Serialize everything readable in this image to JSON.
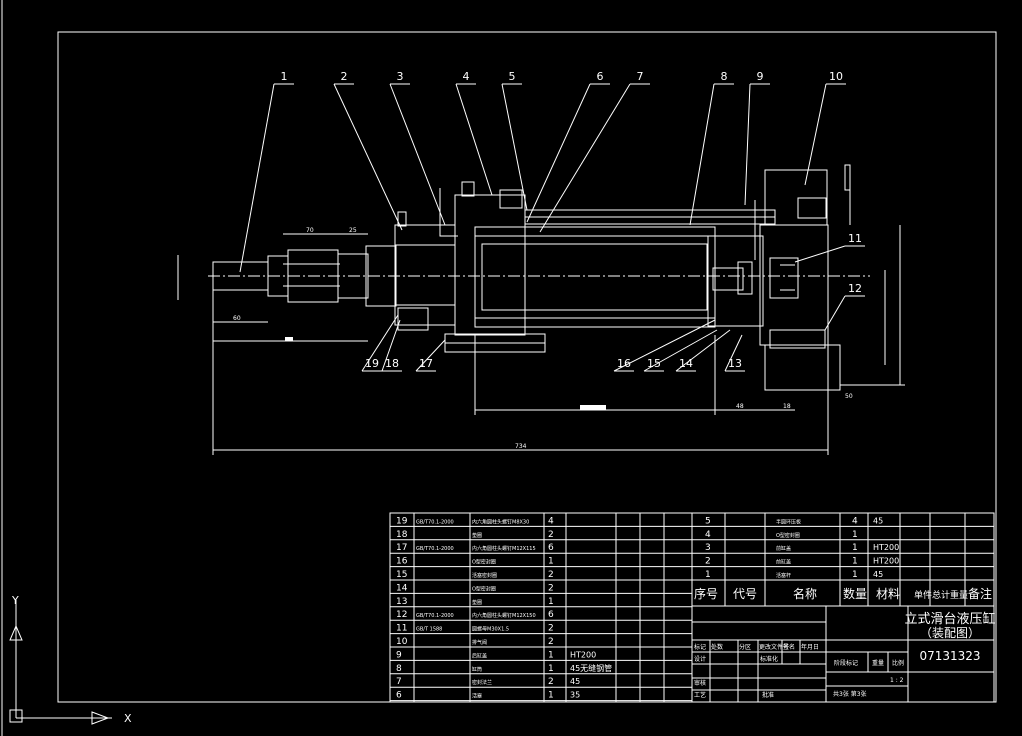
{
  "balloons": [
    "1",
    "2",
    "3",
    "4",
    "5",
    "6",
    "7",
    "8",
    "9",
    "10",
    "11",
    "12",
    "13",
    "14",
    "15",
    "16",
    "17",
    "18",
    "19"
  ],
  "dimensions": {
    "d70": "70",
    "d25": "25",
    "d60": "60",
    "d734": "734",
    "d48": "48",
    "d18": "18",
    "d50": "50"
  },
  "title_block": {
    "name_line1": "立式滑台液压缸",
    "name_line2": "（装配图）",
    "drawing_no": "07131323",
    "sheets": "共3张 第3张",
    "scale_label": "比例",
    "scale_value": "1 : 2",
    "stage_mark": "阶段标记",
    "weight": "重量",
    "approve": "批准",
    "process": "工艺",
    "check": "审核",
    "design": "设计",
    "standardize": "标准化",
    "std": "标准化",
    "rev_headers": [
      "标记",
      "处数",
      "分区",
      "更改文件号",
      "签名",
      "年月日"
    ]
  },
  "bom_header": [
    "序号",
    "代号",
    "名称",
    "数量",
    "材料",
    "单件总计重量",
    "备注"
  ],
  "bom_left": [
    {
      "no": "19",
      "code": "GB/T70.1-2000",
      "name": "内六角圆柱头螺钉M8X30",
      "qty": "4",
      "mat": ""
    },
    {
      "no": "18",
      "code": "",
      "name": "垫圈",
      "qty": "2",
      "mat": ""
    },
    {
      "no": "17",
      "code": "GB/T70.1-2000",
      "name": "内六角圆柱头螺钉M12X115",
      "qty": "6",
      "mat": ""
    },
    {
      "no": "16",
      "code": "",
      "name": "O型密封圈",
      "qty": "1",
      "mat": ""
    },
    {
      "no": "15",
      "code": "",
      "name": "活塞密封圈",
      "qty": "2",
      "mat": ""
    },
    {
      "no": "14",
      "code": "",
      "name": "O型密封圈",
      "qty": "2",
      "mat": ""
    },
    {
      "no": "13",
      "code": "",
      "name": "垫圈",
      "qty": "1",
      "mat": ""
    },
    {
      "no": "12",
      "code": "GB/T70.1-2000",
      "name": "内六角圆柱头螺钉M12X150",
      "qty": "6",
      "mat": ""
    },
    {
      "no": "11",
      "code": "GB/T 1588",
      "name": "圆螺母M30X1.5",
      "qty": "2",
      "mat": ""
    },
    {
      "no": "10",
      "code": "",
      "name": "排气阀",
      "qty": "2",
      "mat": ""
    },
    {
      "no": "9",
      "code": "",
      "name": "后缸盖",
      "qty": "1",
      "mat": "HT200"
    },
    {
      "no": "8",
      "code": "",
      "name": "缸筒",
      "qty": "1",
      "mat": "45无缝钢管"
    },
    {
      "no": "7",
      "code": "",
      "name": "密封法兰",
      "qty": "2",
      "mat": "45"
    },
    {
      "no": "6",
      "code": "",
      "name": "活塞",
      "qty": "1",
      "mat": "35"
    }
  ],
  "bom_right": [
    {
      "no": "5",
      "name": "半圆环压板",
      "qty": "4",
      "mat": "45"
    },
    {
      "no": "4",
      "name": "O型密封圈",
      "qty": "1",
      "mat": ""
    },
    {
      "no": "3",
      "name": "前缸盖",
      "qty": "1",
      "mat": "HT200"
    },
    {
      "no": "2",
      "name": "前缸盖",
      "qty": "1",
      "mat": "HT200"
    },
    {
      "no": "1",
      "name": "活塞杆",
      "qty": "1",
      "mat": "45"
    }
  ],
  "ucs": {
    "y": "Y",
    "x": "X"
  }
}
